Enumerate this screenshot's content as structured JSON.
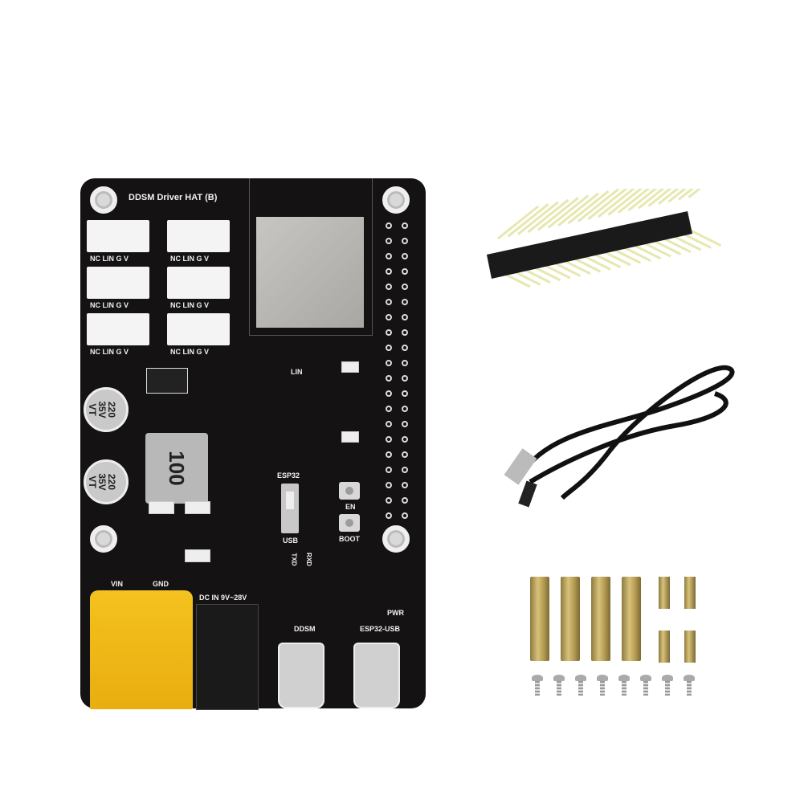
{
  "board": {
    "title": "DDSM Driver HAT (B)",
    "connector_label": "NC LIN G V",
    "cap_label_1": "220",
    "cap_label_2": "35V",
    "cap_label_3": "VT",
    "inductor_label": "100",
    "lin_label": "LIN",
    "esp32_label": "ESP32",
    "usb_label": "USB",
    "en_label": "EN",
    "boot_label": "BOOT",
    "txd_label": "TXD",
    "rxd_label": "RXD",
    "vin_label": "VIN",
    "gnd_label": "GND",
    "dc_in_label": "DC IN 9V~28V",
    "ddsm_label": "DDSM",
    "esp32_usb_label": "ESP32-USB",
    "pwr_label": "PWR"
  },
  "colors": {
    "pcb": "#141212",
    "xt60": "#f0b818",
    "brass": "#c9b06a"
  }
}
